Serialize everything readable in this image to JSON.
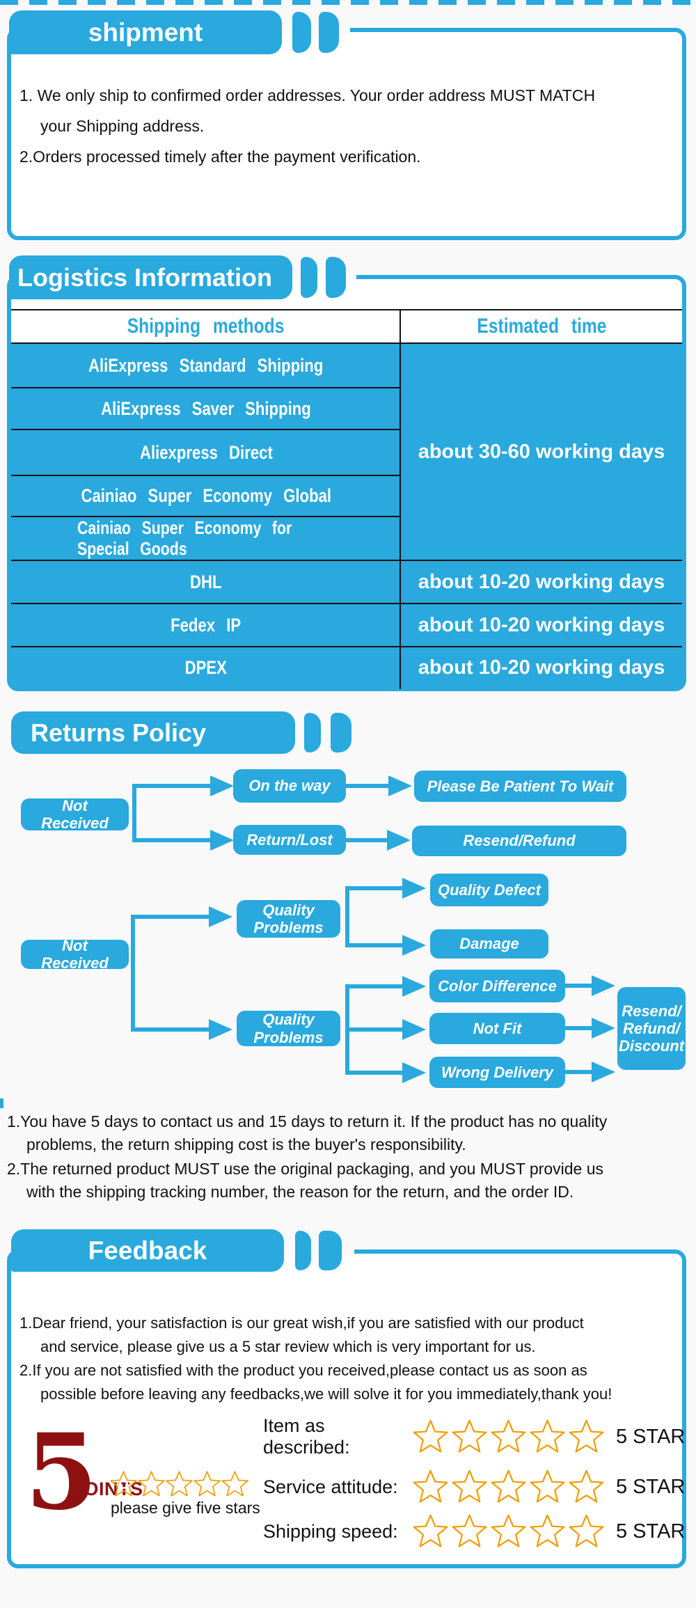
{
  "colors": {
    "accent": "#29A9DE",
    "dark_red": "#8E1112",
    "star_gold": "#FFC213",
    "star_outline": "#F29C00"
  },
  "sections": {
    "shipment": {
      "title": "shipment",
      "lines": [
        "1. We only ship to confirmed order addresses. Your order address MUST MATCH",
        "your Shipping address.",
        "2.Orders processed timely after the payment verification."
      ]
    },
    "logistics": {
      "title": "Logistics Information",
      "table": {
        "headers": [
          "Shipping methods",
          "Estimated time"
        ],
        "methods": [
          "AliExpress Standard Shipping",
          "AliExpress Saver Shipping",
          "Aliexpress Direct",
          "Cainiao Super Economy Global"
        ],
        "two_line": [
          "Cainiao Super Economy for",
          "Special Goods"
        ],
        "merged_time": "about 30-60 working days",
        "express": [
          {
            "method": "DHL",
            "time": "about 10-20 working days"
          },
          {
            "method": "Fedex IP",
            "time": "about 10-20 working days"
          },
          {
            "method": "DPEX",
            "time": "about 10-20 working days"
          }
        ]
      }
    },
    "returns": {
      "title": "Returns Policy",
      "nodes": {
        "not_received_1": "Not Received",
        "on_the_way": "On the way",
        "please_wait": "Please Be Patient To Wait",
        "return_lost": "Return/Lost",
        "resend_refund": "Resend/Refund",
        "quality_defect": "Quality Defect",
        "quality_problems_1": "Quality Problems",
        "damage": "Damage",
        "not_received_2": "Not Received",
        "color_difference": "Color Difference",
        "quality_problems_2": "Quality Problems",
        "not_fit": "Not Fit",
        "wrong_delivery": "Wrong Delivery",
        "rrd_lines": [
          "Resend/",
          "Refund/",
          "Discount"
        ]
      },
      "notes": [
        "1.You have 5 days to contact us and 15 days to return it. If the product has no quality",
        "problems, the return shipping cost is the buyer's responsibility.",
        "2.The returned product MUST use the original packaging, and you MUST provide us",
        "with the shipping tracking number, the reason for the return, and the order ID."
      ]
    },
    "feedback": {
      "title": "Feedback",
      "lines": [
        "1.Dear friend, your satisfaction is our great wish,if you are satisfied with our product",
        "and service, please give us a 5 star review which is very important for us.",
        "2.If you are not satisfied with the product you received,please contact us as soon as",
        "possible before leaving any feedbacks,we will solve it for you immediately,thank you!"
      ],
      "points": {
        "number": "5",
        "label": "POINTS",
        "stars": 5,
        "caption": "please give five stars"
      },
      "rows": [
        {
          "label": "Item as described:",
          "stars": 5,
          "suffix": "5 STAR"
        },
        {
          "label": "Service attitude:",
          "stars": 5,
          "suffix": "5 STAR"
        },
        {
          "label": "Shipping speed:",
          "stars": 5,
          "suffix": "5 STAR"
        }
      ]
    }
  }
}
